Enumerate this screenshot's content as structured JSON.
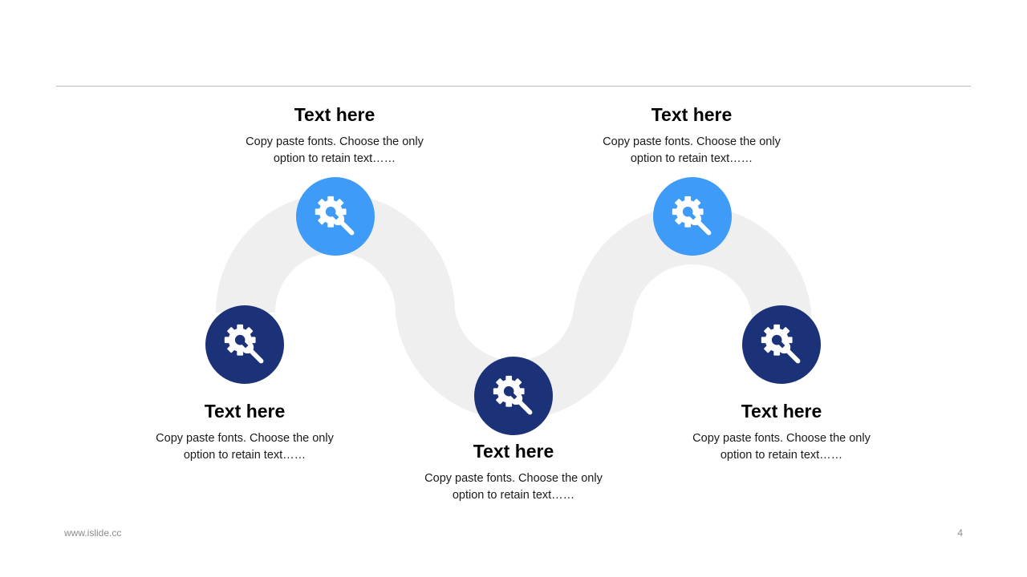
{
  "colors": {
    "accent_light": "#3e9bf7",
    "accent_dark": "#1c3278",
    "path": "#efefef",
    "rule": "#bdbdbd"
  },
  "steps": [
    {
      "icon": "gear-wrench-icon",
      "title": "Text here",
      "desc_line1": "Copy paste fonts. Choose the only",
      "desc_line2": "option to retain text……"
    },
    {
      "icon": "gear-wrench-icon",
      "title": "Text here",
      "desc_line1": "Copy paste fonts. Choose the only",
      "desc_line2": "option to retain text……"
    },
    {
      "icon": "gear-wrench-icon",
      "title": "Text here",
      "desc_line1": "Copy paste fonts. Choose the only",
      "desc_line2": "option to retain text……"
    },
    {
      "icon": "gear-wrench-icon",
      "title": "Text here",
      "desc_line1": "Copy paste fonts. Choose the only",
      "desc_line2": "option to retain text……"
    },
    {
      "icon": "gear-wrench-icon",
      "title": "Text here",
      "desc_line1": "Copy paste fonts. Choose the only",
      "desc_line2": "option to retain text……"
    }
  ],
  "footer": {
    "url": "www.islide.cc",
    "page_number": "4"
  }
}
